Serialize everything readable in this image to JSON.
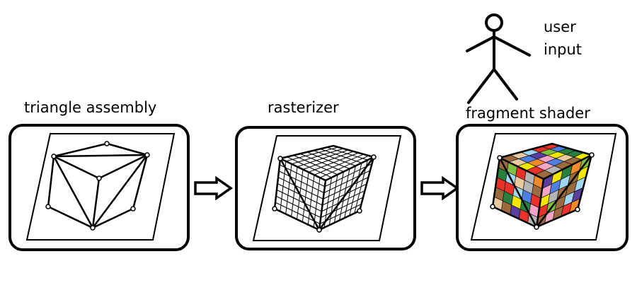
{
  "stages": [
    {
      "label": "triangle assembly"
    },
    {
      "label": "rasterizer"
    },
    {
      "label": "fragment shader"
    }
  ],
  "user": {
    "line1": "user",
    "line2": "input"
  },
  "colors": {
    "stroke": "#000000",
    "background": "#ffffff"
  }
}
